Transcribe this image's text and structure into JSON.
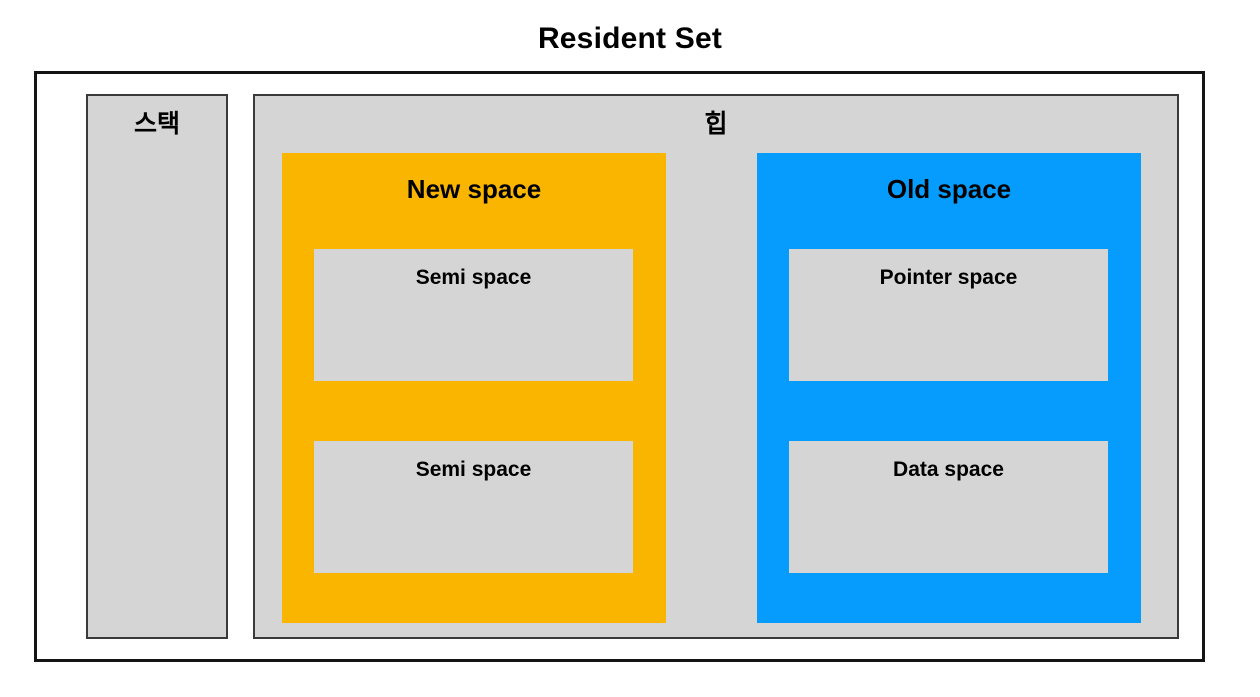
{
  "title": "Resident Set",
  "colors": {
    "frame_border": "#141414",
    "region_fill": "#d5d5d5",
    "region_border": "#3a3a3a",
    "new_space_fill": "#fab500",
    "old_space_fill": "#069cfd",
    "subspace_fill": "#d5d5d5",
    "text": "#000000",
    "background": "#ffffff"
  },
  "regions": {
    "stack": {
      "label": "스택"
    },
    "heap": {
      "label": "힙",
      "spaces": [
        {
          "key": "new-space",
          "label": "New space",
          "fill": "#fab500",
          "subspaces": [
            {
              "key": "semi-space-1",
              "label": "Semi space"
            },
            {
              "key": "semi-space-2",
              "label": "Semi space"
            }
          ]
        },
        {
          "key": "old-space",
          "label": "Old space",
          "fill": "#069cfd",
          "subspaces": [
            {
              "key": "pointer-space",
              "label": "Pointer space"
            },
            {
              "key": "data-space",
              "label": "Data space"
            }
          ]
        }
      ]
    }
  }
}
